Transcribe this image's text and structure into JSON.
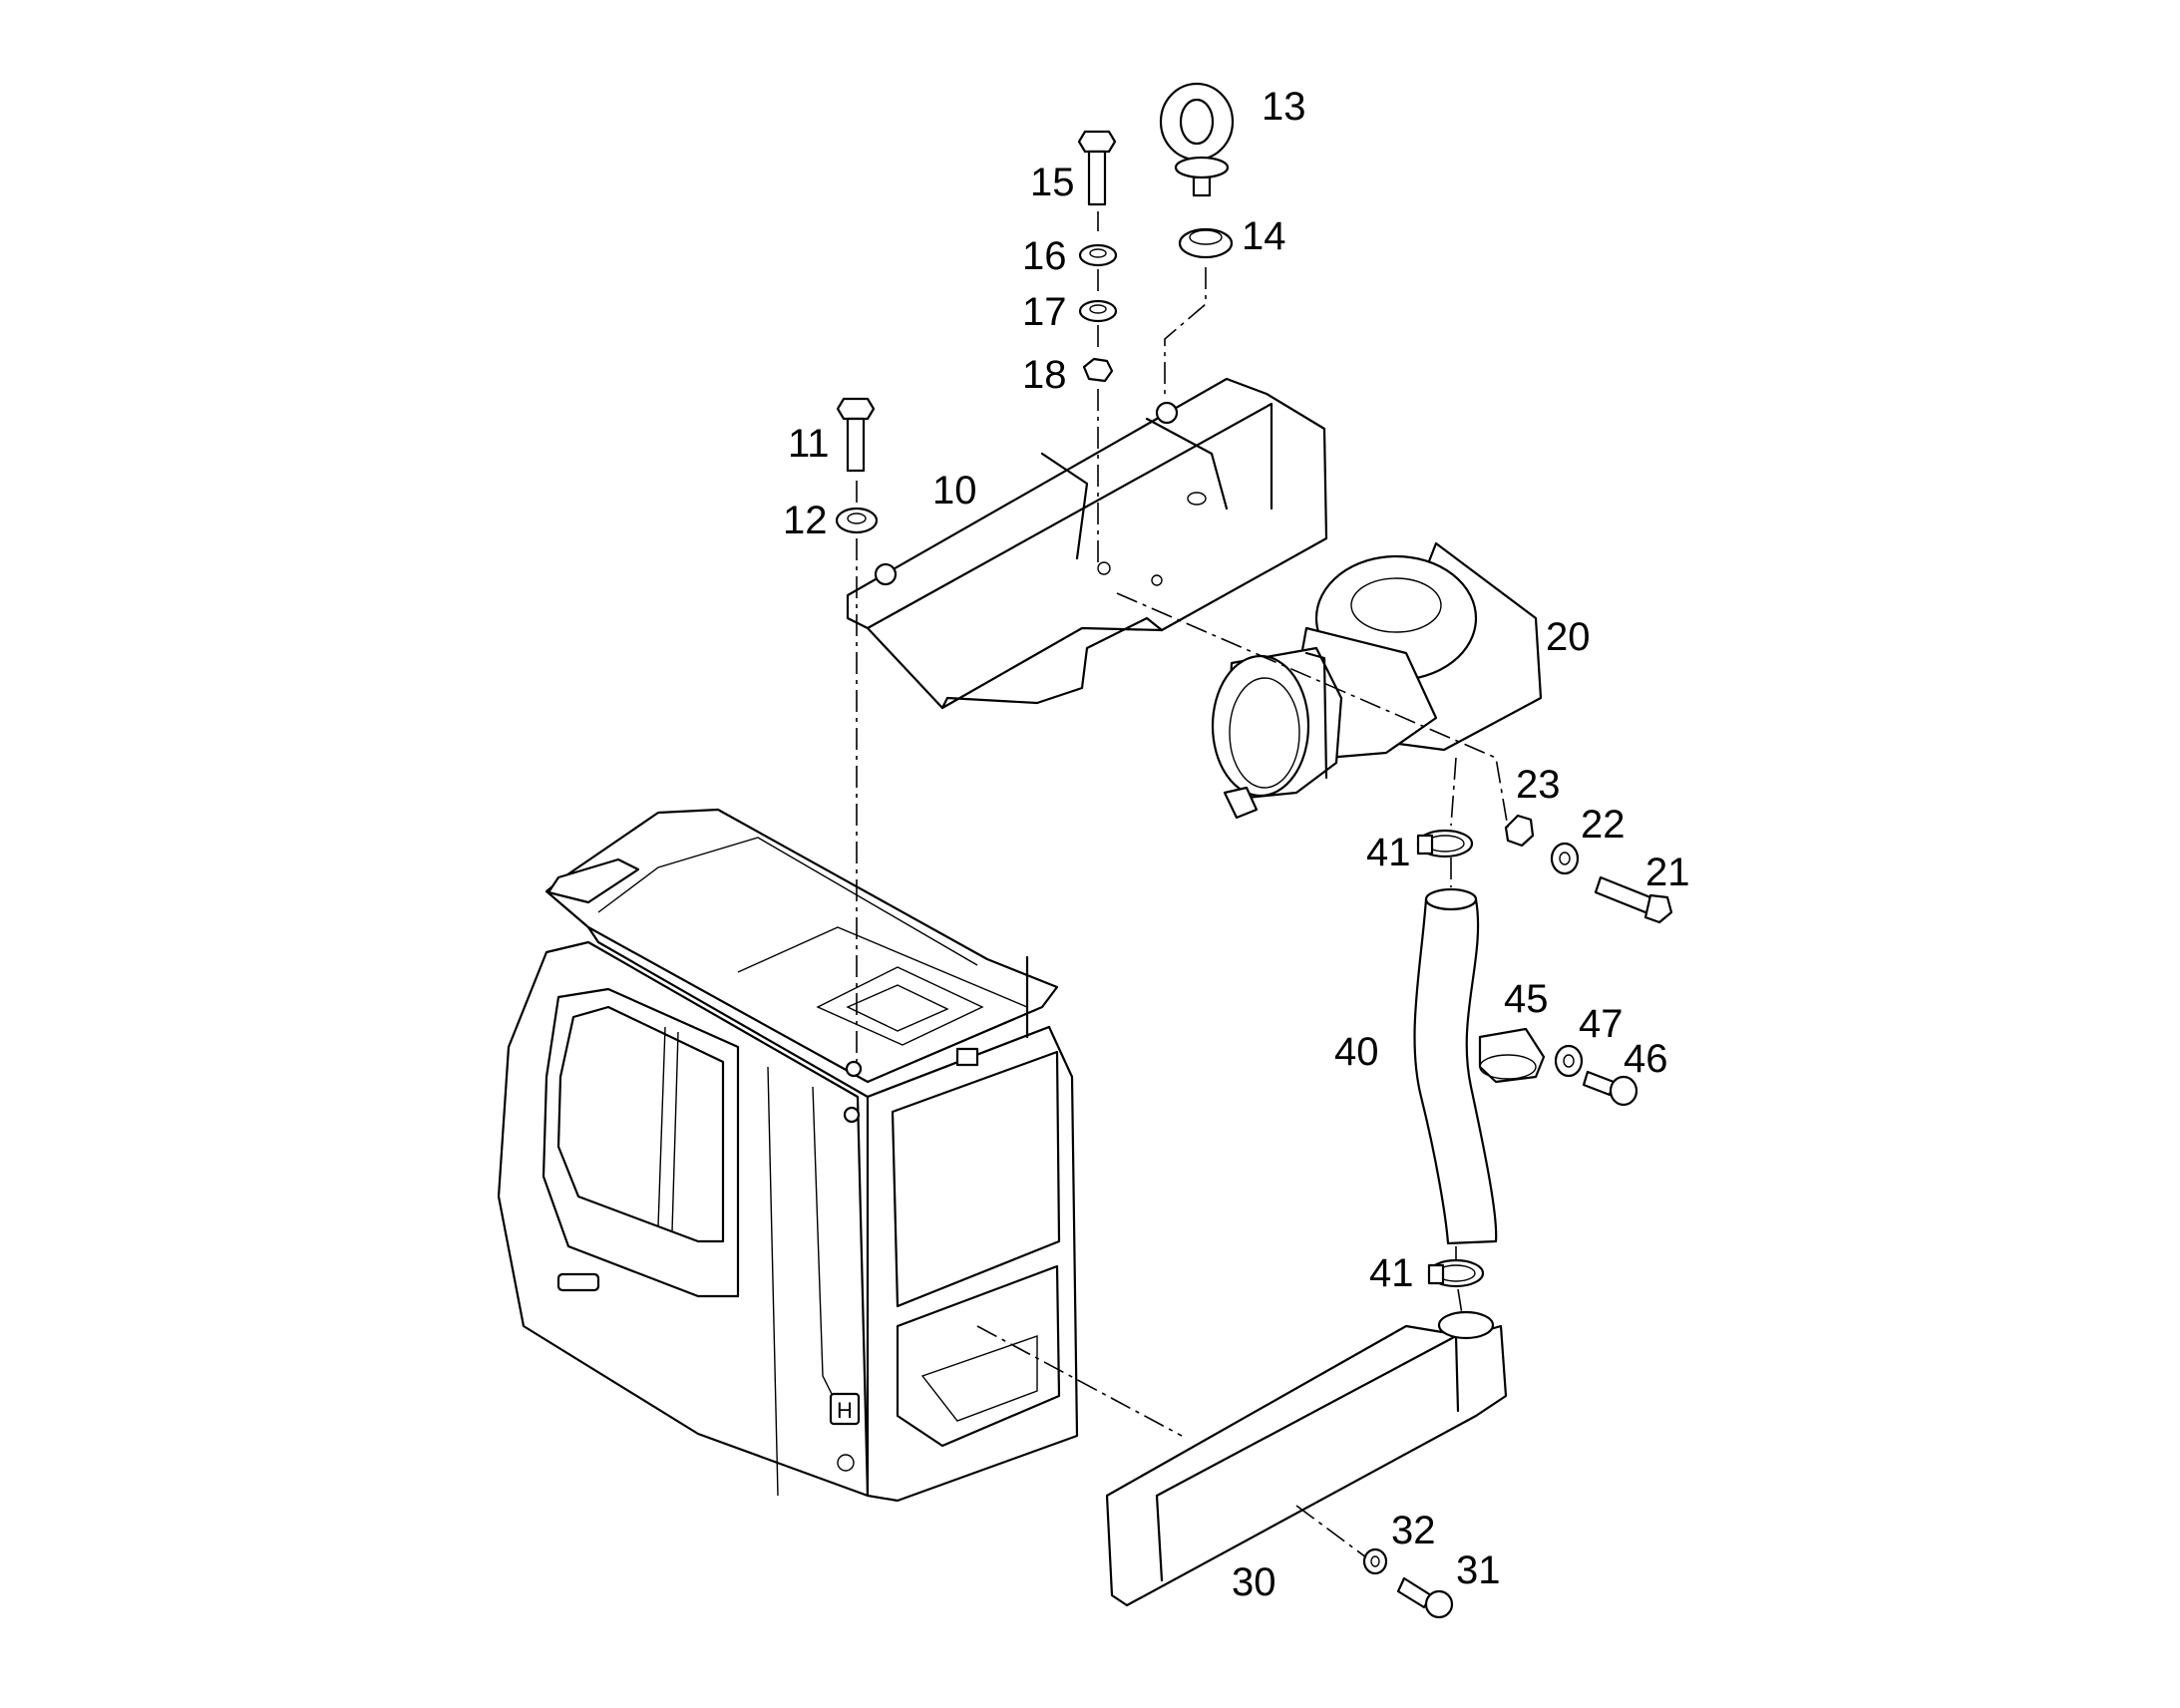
{
  "callouts": {
    "c10": "10",
    "c11": "11",
    "c12": "12",
    "c13": "13",
    "c14": "14",
    "c15": "15",
    "c16": "16",
    "c17": "17",
    "c18": "18",
    "c20": "20",
    "c21": "21",
    "c22": "22",
    "c23": "23",
    "c30": "30",
    "c31": "31",
    "c32": "32",
    "c40": "40",
    "c41a": "41",
    "c41b": "41",
    "c45": "45",
    "c46": "46",
    "c47": "47"
  },
  "logo_text": "H"
}
